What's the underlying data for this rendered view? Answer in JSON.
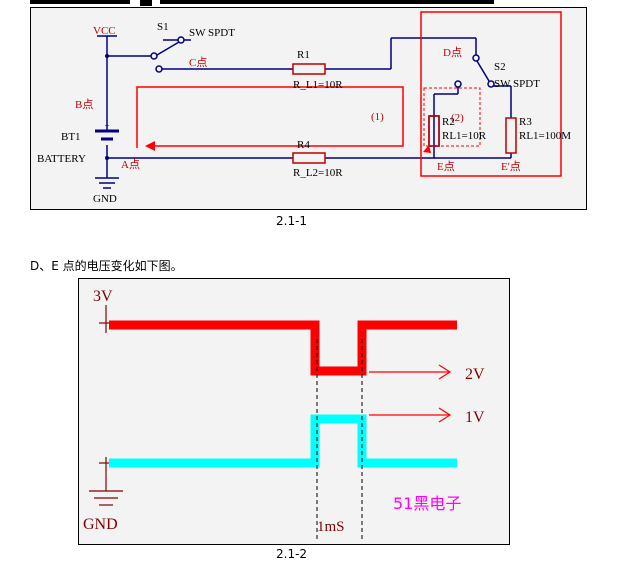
{
  "figure1": {
    "caption": "2.1-1",
    "labels": {
      "vcc": "VCC",
      "s1": "S1",
      "s1_type": "SW SPDT",
      "r1": "R1",
      "r1_value": "R_L1=10R",
      "d_point": "D点",
      "s2": "S2",
      "s2_type": "SW SPDT",
      "c_point": "C点",
      "b_point": "B点",
      "loop1": "(1)",
      "loop2": "(2)",
      "bt1": "BT1",
      "battery": "BATTERY",
      "a_point": "A点",
      "r4": "R4",
      "r4_value": "R_L2=10R",
      "r2": "R2",
      "r2_value": "RL1=10R",
      "r3": "R3",
      "r3_value": "RL1=100M",
      "e_point": "E点",
      "e_prime_point": "E'点",
      "gnd": "GND"
    },
    "colors": {
      "wire": "#000080",
      "component": "#c00000",
      "label": "#c00000",
      "background": "#f3f3f3",
      "highlight": "#ff0000"
    }
  },
  "paragraph": "D、E 点的电压变化如下图。",
  "figure2": {
    "caption": "2.1-2",
    "labels": {
      "v3": "3V",
      "v2": "2V",
      "v1": "1V",
      "gnd": "GND",
      "time": "1mS",
      "watermark": "51黑电子"
    },
    "colors": {
      "d_trace": "#ff0000",
      "e_trace": "#00ffff",
      "arrow": "#ff0000",
      "watermark": "#ff00ff",
      "label": "#800000"
    }
  }
}
